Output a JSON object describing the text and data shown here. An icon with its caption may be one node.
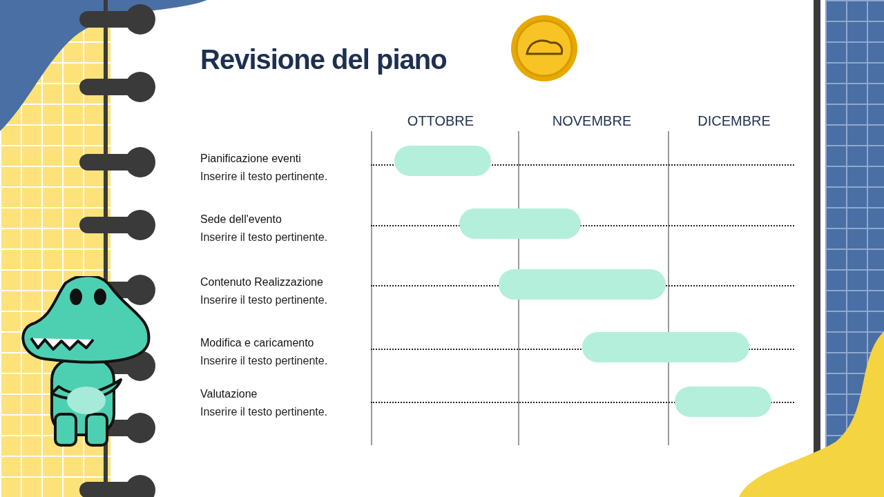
{
  "diagram": {
    "title": "Revisione del piano",
    "nodes": [
      {
        "text": [],
        "shape": "bar"
      },
      {
        "text": [],
        "shape": "bar"
      },
      {
        "text": [],
        "shape": "bar"
      },
      {
        "text": [],
        "shape": "bar"
      },
      {
        "text": [],
        "shape": "bar"
      }
    ],
    "labels": [
      "OTTOBRE",
      "NOVEMBRE",
      "DICEMBRE",
      "Pianificazione eventi",
      "Inserire il testo pertinente.",
      "Sede dell'evento",
      "Inserire il testo pertinente.",
      "Contenuto Realizzazione",
      "Inserire il testo pertinente.",
      "Modifica e caricamento",
      "Inserire il testo pertinente.",
      "Valutazione",
      "Inserire il testo pertinente."
    ]
  }
}
